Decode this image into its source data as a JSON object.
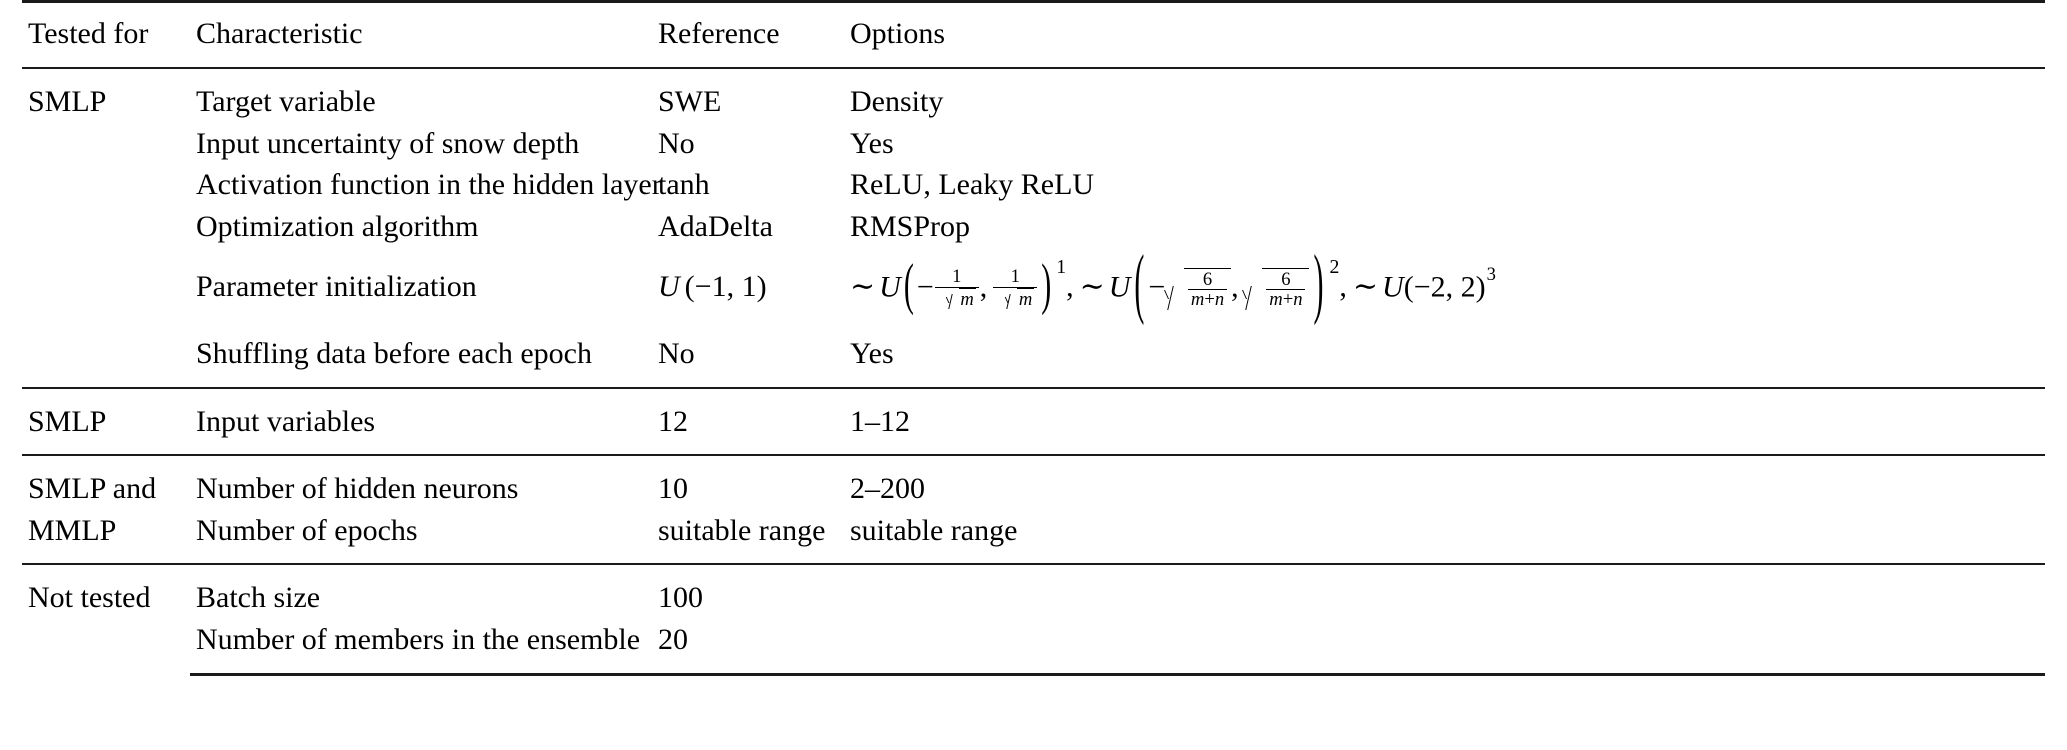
{
  "table": {
    "columns": [
      {
        "key": "tested_for",
        "label": "Tested for"
      },
      {
        "key": "characteristic",
        "label": "Characteristic"
      },
      {
        "key": "reference",
        "label": "Reference"
      },
      {
        "key": "options",
        "label": "Options"
      }
    ],
    "sections": [
      {
        "tested_for": "SMLP",
        "rows": [
          {
            "characteristic": "Target variable",
            "reference": "SWE",
            "options": "Density"
          },
          {
            "characteristic": "Input uncertainty of snow depth",
            "reference": "No",
            "options": "Yes"
          },
          {
            "characteristic": "Activation function in the hidden layer",
            "reference": "tanh",
            "options": "ReLU, Leaky ReLU"
          },
          {
            "characteristic": "Optimization algorithm",
            "reference": "AdaDelta",
            "options": "RMSProp"
          },
          {
            "characteristic": "Parameter initialization",
            "reference": "U (−1, 1)",
            "reference_is_math": true,
            "options": "∼ U(−1/√m, 1/√m)¹, ∼ U(−√(6/(m+n)), √(6/(m+n)))², ∼ U(−2, 2)³",
            "options_is_math": true,
            "math": {
              "reference": {
                "symbol": "U",
                "lower": "−1",
                "upper": "1"
              },
              "options": [
                {
                  "dist": "U",
                  "lower_num": "1",
                  "lower_den": "√m",
                  "upper_num": "1",
                  "upper_den": "√m",
                  "superscript": "1",
                  "form": "inv-sqrt"
                },
                {
                  "dist": "U",
                  "radicand_num": "6",
                  "radicand_den": "m+n",
                  "superscript": "2",
                  "form": "sqrt-frac"
                },
                {
                  "dist": "U",
                  "lower": "−2",
                  "upper": "2",
                  "superscript": "3",
                  "form": "plain"
                }
              ]
            }
          },
          {
            "characteristic": "Shuffling data before each epoch",
            "reference": "No",
            "options": "Yes"
          }
        ]
      },
      {
        "tested_for": "SMLP",
        "rows": [
          {
            "characteristic": "Input variables",
            "reference": "12",
            "options": "1–12"
          }
        ]
      },
      {
        "tested_for": "SMLP and MMLP",
        "tested_for_line1": "SMLP and",
        "tested_for_line2": "MMLP",
        "rows": [
          {
            "characteristic": "Number of hidden neurons",
            "reference": "10",
            "options": "2–200"
          },
          {
            "characteristic": "Number of epochs",
            "reference": "suitable range",
            "options": "suitable range"
          }
        ]
      },
      {
        "tested_for": "Not tested",
        "rows": [
          {
            "characteristic": "Batch size",
            "reference": "100",
            "options": ""
          },
          {
            "characteristic": "Number of members in the ensemble",
            "reference": "20",
            "options": ""
          }
        ]
      }
    ]
  }
}
